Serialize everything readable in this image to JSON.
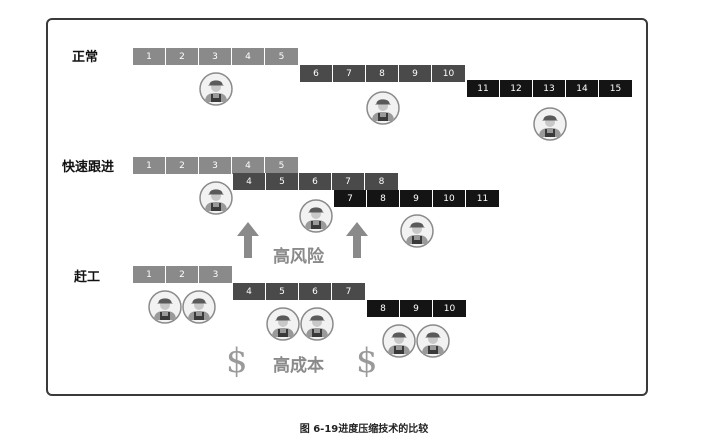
{
  "rows": [
    {
      "label": "正常",
      "segments": [
        {
          "cells": [
            "1",
            "2",
            "3",
            "4",
            "5"
          ]
        },
        {
          "cells": [
            "6",
            "7",
            "8",
            "9",
            "10"
          ]
        },
        {
          "cells": [
            "11",
            "12",
            "13",
            "14",
            "15"
          ]
        }
      ]
    },
    {
      "label": "快速跟进",
      "segments": [
        {
          "cells": [
            "1",
            "2",
            "3",
            "4",
            "5"
          ]
        },
        {
          "cells": [
            "4",
            "5",
            "6",
            "7",
            "8"
          ]
        },
        {
          "cells": [
            "7",
            "8",
            "9",
            "10",
            "11"
          ]
        }
      ]
    },
    {
      "label": "赶工",
      "segments": [
        {
          "cells": [
            "1",
            "2",
            "3"
          ]
        },
        {
          "cells": [
            "4",
            "5",
            "6",
            "7"
          ]
        },
        {
          "cells": [
            "8",
            "9",
            "10"
          ]
        }
      ]
    }
  ],
  "notes": {
    "high_risk": "高风险",
    "high_cost": "高成本",
    "currency_symbol": "$"
  },
  "caption": "图 6-19进度压缩技术的比较",
  "colors": {
    "segment_light": "#8a8a8a",
    "segment_mid": "#4a4a4a",
    "segment_dark": "#141414",
    "annotation": "#8a8a8a"
  }
}
